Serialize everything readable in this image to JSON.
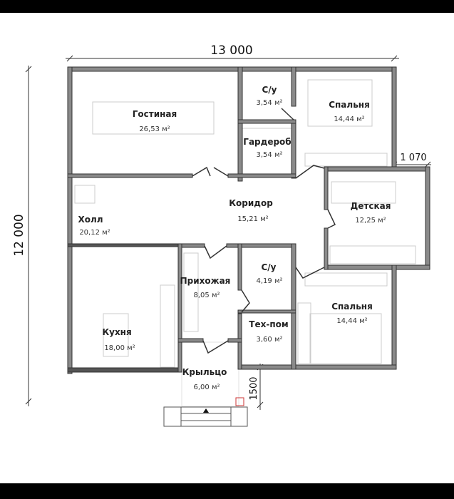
{
  "dimensions": {
    "width_total": "13 000",
    "height_total": "12 000",
    "bump": "1 070",
    "porch": "1500"
  },
  "rooms": [
    {
      "name": "Гостиная",
      "area": "26,53 м²"
    },
    {
      "name": "С/у",
      "area": "3,54 м²"
    },
    {
      "name": "Спальня",
      "area": "14,44 м²"
    },
    {
      "name": "Гардероб",
      "area": "3,54 м²"
    },
    {
      "name": "Коридор",
      "area": "15,21 м²"
    },
    {
      "name": "Детская",
      "area": "12,25 м²"
    },
    {
      "name": "Холл",
      "area": "20,12 м²"
    },
    {
      "name": "Прихожая",
      "area": "8,05 м²"
    },
    {
      "name": "С/у",
      "area": "4,19 м²"
    },
    {
      "name": "Спальня",
      "area": "14,44 м²"
    },
    {
      "name": "Кухня",
      "area": "18,00 м²"
    },
    {
      "name": "Тех-пом",
      "area": "3,60 м²"
    },
    {
      "name": "Крыльцо",
      "area": "6,00 м²"
    }
  ]
}
